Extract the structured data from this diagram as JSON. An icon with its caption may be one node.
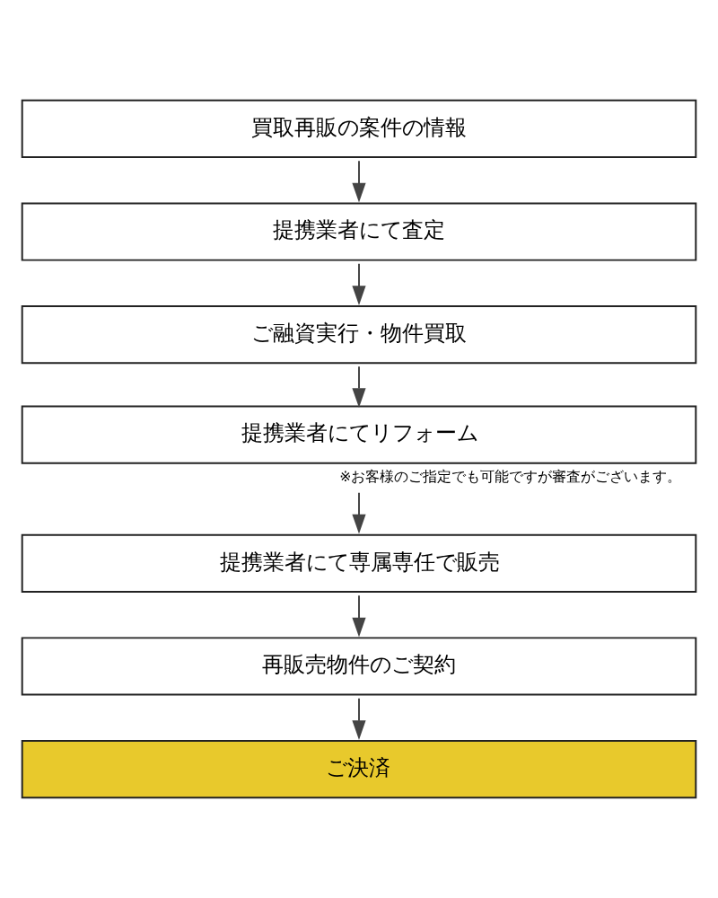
{
  "diagram": {
    "nodes": [
      {
        "text": [
          "買取再販の案件の情報"
        ]
      },
      {
        "text": [
          "提携業者にて査定"
        ]
      },
      {
        "text": [
          "ご融資実行・物件買取"
        ]
      },
      {
        "text": [
          "提携業者にてリフォーム"
        ],
        "beside": [
          "※お客様のご指定でも可能ですが審査がございます。"
        ]
      },
      {
        "text": [
          "提携業者にて専属専任で販売"
        ]
      },
      {
        "text": [
          "再販売物件のご契約"
        ]
      },
      {
        "text": [
          "ご決済"
        ]
      }
    ],
    "edges": [
      {
        "from": 0,
        "to": 1,
        "arrow": "to"
      },
      {
        "from": 1,
        "to": 2,
        "arrow": "to"
      },
      {
        "from": 2,
        "to": 3,
        "arrow": "to"
      },
      {
        "from": 3,
        "to": 4,
        "arrow": "to"
      },
      {
        "from": 4,
        "to": 5,
        "arrow": "to"
      },
      {
        "from": 5,
        "to": 6,
        "arrow": "to"
      }
    ]
  }
}
